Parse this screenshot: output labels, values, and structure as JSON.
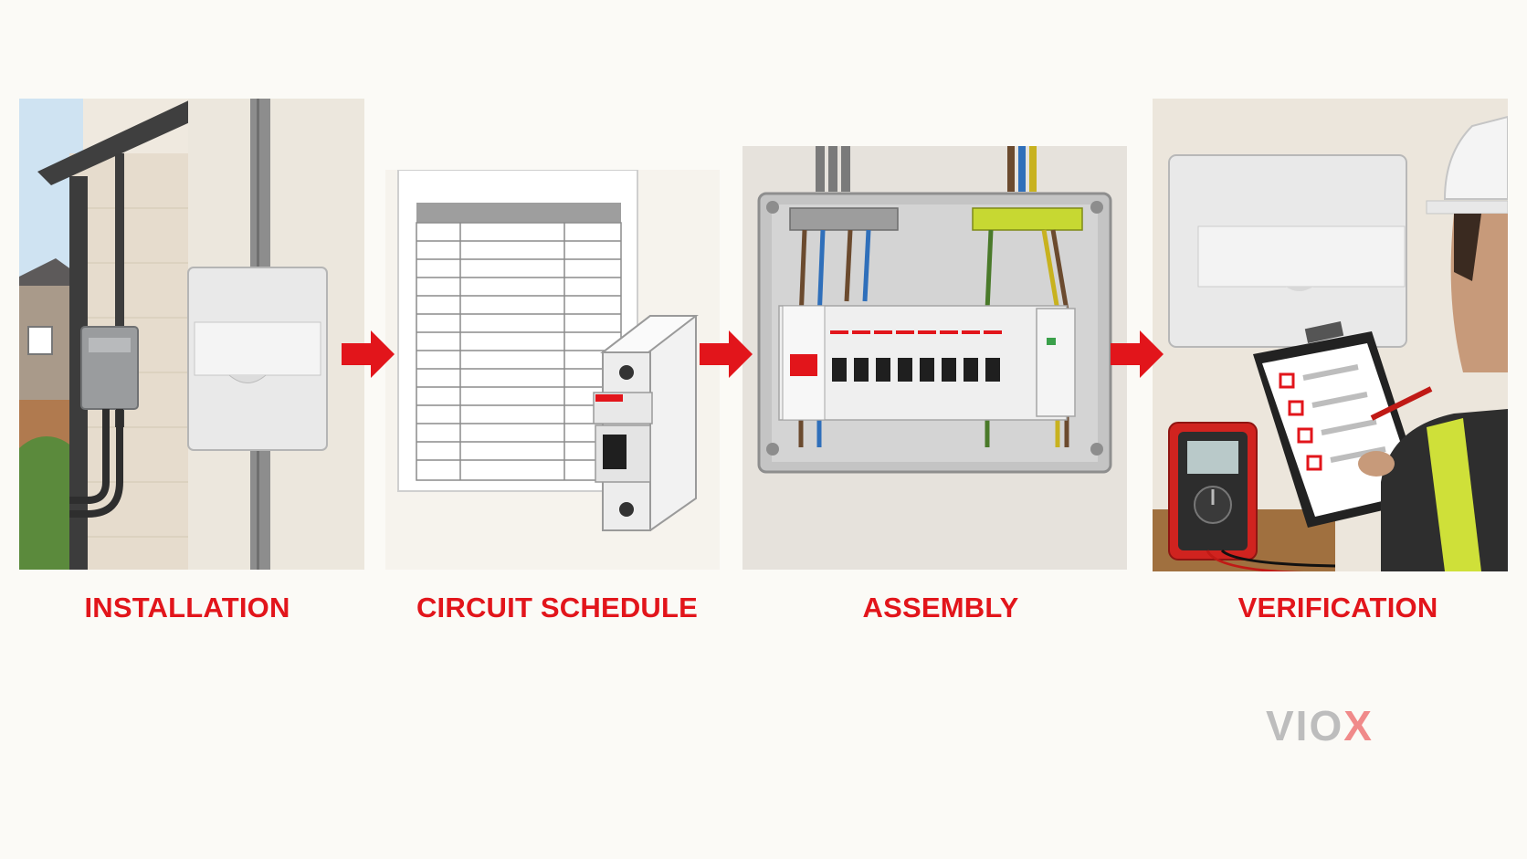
{
  "steps": [
    {
      "label": "INSTALLATION"
    },
    {
      "label": "CIRCUIT SCHEDULE"
    },
    {
      "label": "ASSEMBLY"
    },
    {
      "label": "VERIFICATION"
    }
  ],
  "brand": {
    "text_main": "VIO",
    "text_accent": "X"
  },
  "colors": {
    "accent": "#e2151b",
    "logo_gray": "#bdbdbd",
    "logo_red": "#f08a8a",
    "background": "#fbfaf6"
  },
  "icons": [
    "meter-box-icon",
    "consumer-unit-icon",
    "circuit-breaker-icon",
    "multimeter-icon",
    "clipboard-checklist-icon",
    "hard-hat-icon",
    "arrow-right-icon"
  ]
}
